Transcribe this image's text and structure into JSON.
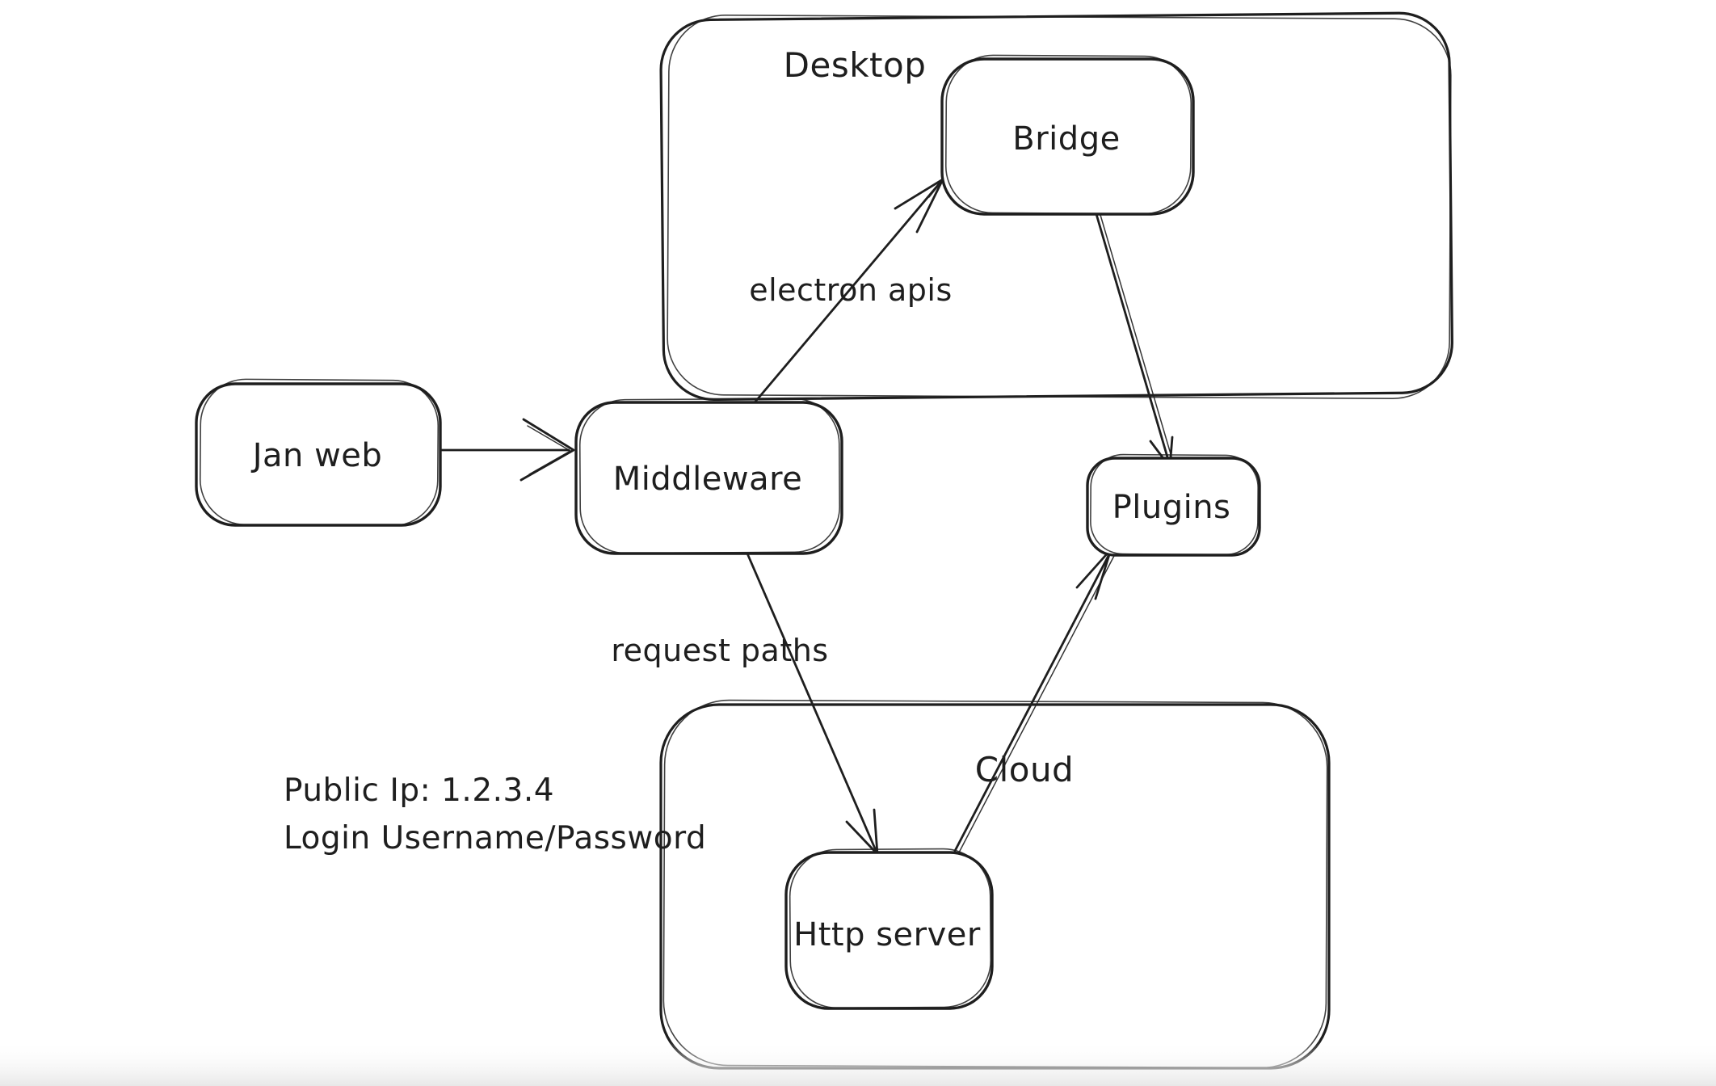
{
  "canvas": {
    "background": "#ffffff",
    "stroke_color": "#1e1e1e"
  },
  "containers": [
    {
      "id": "desktop",
      "label": "Desktop"
    },
    {
      "id": "cloud",
      "label": "Cloud"
    }
  ],
  "nodes": [
    {
      "id": "jan-web",
      "label": "Jan web"
    },
    {
      "id": "middleware",
      "label": "Middleware"
    },
    {
      "id": "bridge",
      "label": "Bridge"
    },
    {
      "id": "plugins",
      "label": "Plugins"
    },
    {
      "id": "http-server",
      "label": "Http server"
    }
  ],
  "edges": [
    {
      "id": "jan-web-to-middleware",
      "from": "Jan web",
      "to": "Middleware",
      "label": ""
    },
    {
      "id": "middleware-to-bridge",
      "from": "Middleware",
      "to": "Bridge",
      "label": "electron apis"
    },
    {
      "id": "bridge-to-plugins",
      "from": "Bridge",
      "to": "Plugins",
      "label": ""
    },
    {
      "id": "middleware-to-http-server",
      "from": "Middleware",
      "to": "Http server",
      "label": "request paths"
    },
    {
      "id": "http-server-to-plugins",
      "from": "Http server",
      "to": "Plugins",
      "label": ""
    }
  ],
  "annotations": {
    "line1": "Public Ip: 1.2.3.4",
    "line2": "Login Username/Password"
  }
}
